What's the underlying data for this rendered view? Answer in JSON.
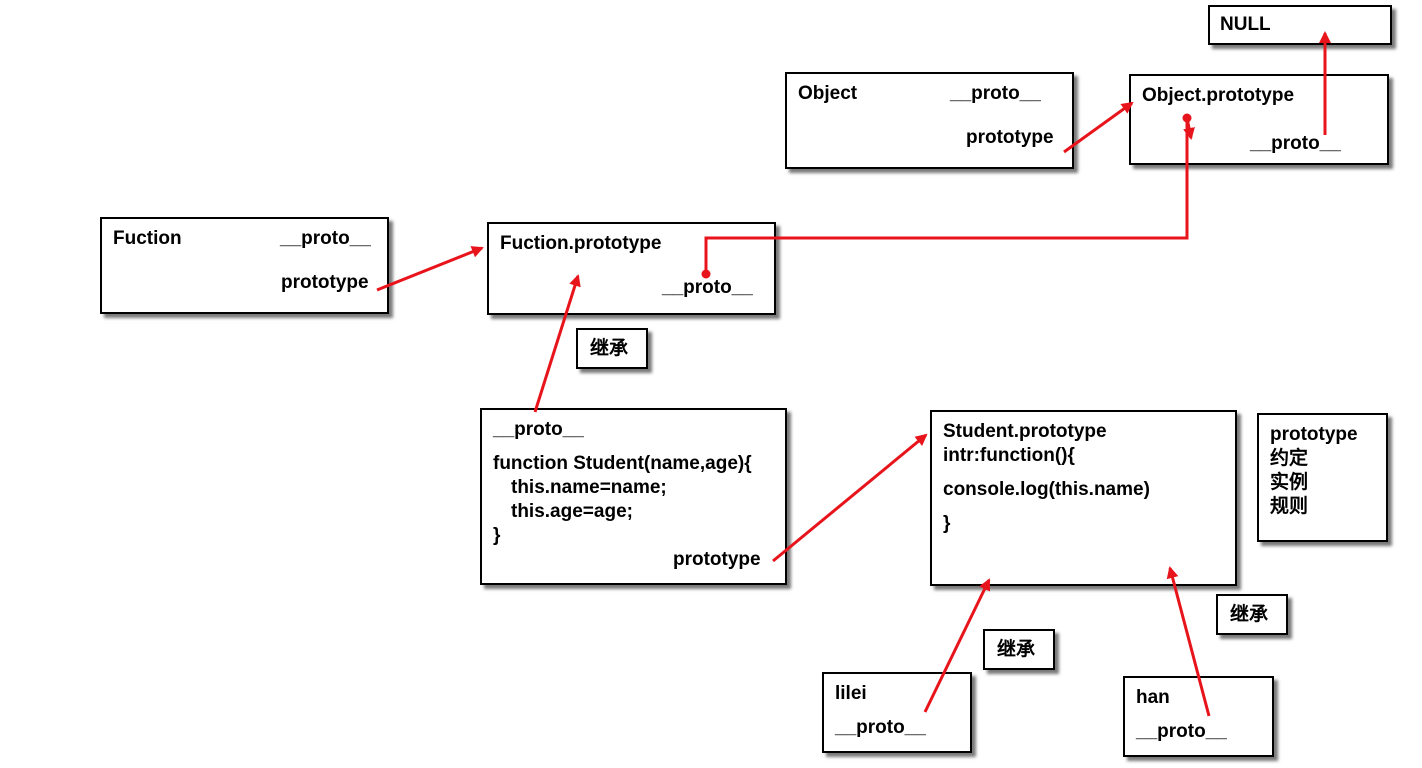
{
  "null_box": {
    "label": "NULL"
  },
  "object_box": {
    "name": "Object",
    "proto": "__proto__",
    "prototype": "prototype"
  },
  "object_prototype_box": {
    "name": "Object.prototype",
    "proto": "__proto__"
  },
  "function_box": {
    "name": "Fuction",
    "proto": "__proto__",
    "prototype": "prototype"
  },
  "function_prototype_box": {
    "name": "Fuction.prototype",
    "proto": "__proto__"
  },
  "inherit_labels": {
    "function_to_student": "继承",
    "student_proto_left": "继承",
    "student_proto_right": "继承"
  },
  "student_box": {
    "proto": "__proto__",
    "line1": "function Student(name,age){",
    "line2": "this.name=name;",
    "line3": "this.age=age;",
    "line4": "}",
    "prototype": "prototype"
  },
  "student_prototype_box": {
    "name": "Student.prototype",
    "line1": "intr:function(){",
    "line2": "console.log(this.name)",
    "line3": "}"
  },
  "note_box": {
    "line1": "prototype",
    "line2": "约定",
    "line3": "实例",
    "line4": "规则"
  },
  "lilei_box": {
    "name": "lilei",
    "proto": "__proto__"
  },
  "han_box": {
    "name": "han",
    "proto": "__proto__"
  },
  "arrow_color": "#e8141b"
}
